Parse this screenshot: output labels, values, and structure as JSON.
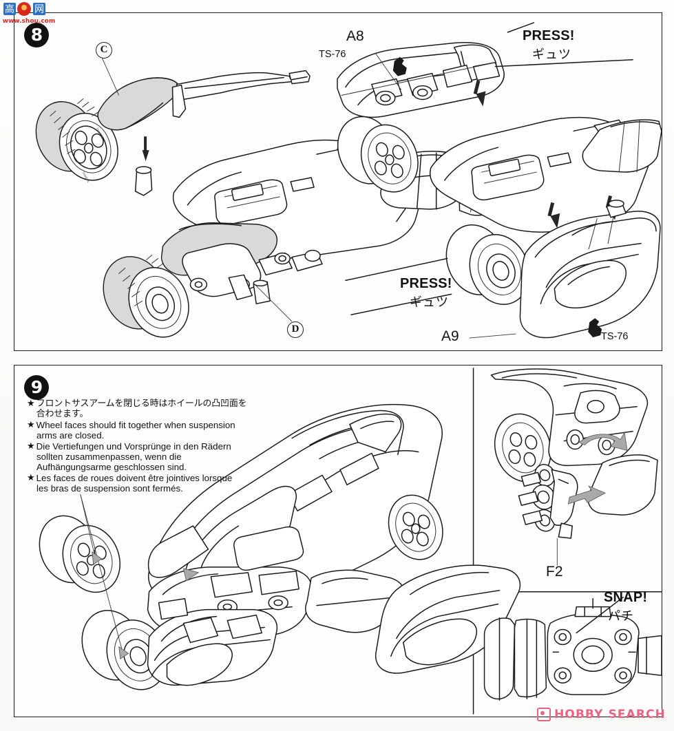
{
  "document": {
    "type": "model-kit-instruction-sheet",
    "brand_on_tire": "TAMIYA"
  },
  "panels": [
    {
      "id": "panel-8",
      "step_number": "8",
      "labels": [
        {
          "name": "part-c",
          "text": "C",
          "style": "circled"
        },
        {
          "name": "part-d",
          "text": "D",
          "style": "circled"
        },
        {
          "name": "part-a8",
          "text": "A8",
          "style": "part"
        },
        {
          "name": "part-a9",
          "text": "A9",
          "style": "part"
        },
        {
          "name": "paint-ts76-top",
          "text": "TS-76",
          "style": "small"
        },
        {
          "name": "paint-ts76-bottom",
          "text": "TS-76",
          "style": "small"
        }
      ],
      "callouts": [
        {
          "name": "press-callout-top",
          "action": "PRESS!",
          "kana": "ギュツ"
        },
        {
          "name": "press-callout-bottom",
          "action": "PRESS!",
          "kana": "ギュツ"
        }
      ]
    },
    {
      "id": "panel-9",
      "step_number": "9",
      "notes": [
        {
          "lang": "ja",
          "text": "フロントサスアームを閉じる時はホイールの凸凹面を合わせます。",
          "continuation": []
        },
        {
          "lang": "en",
          "text": "Wheel faces should fit together when suspension",
          "continuation": [
            "arms are closed."
          ]
        },
        {
          "lang": "de",
          "text": "Die Vertiefungen und Vorsprünge in den Rädern",
          "continuation": [
            "sollten zusammenpassen, wenn die",
            "Aufhängungsarme geschlossen sind."
          ]
        },
        {
          "lang": "fr",
          "text": "Les faces de roues doivent être jointives lorsque",
          "continuation": [
            "les bras de suspension sont fermés."
          ]
        }
      ],
      "labels": [
        {
          "name": "part-f2",
          "text": "F2",
          "style": "part"
        }
      ],
      "callouts": [
        {
          "name": "snap-callout",
          "action": "SNAP!",
          "kana": "パチ"
        }
      ]
    }
  ],
  "watermarks": {
    "top_left": {
      "name": "gaoshou-logo",
      "chars": [
        "高",
        "手",
        "网"
      ],
      "domain": "www.shou.com"
    },
    "bottom_right": {
      "name": "hobby-search-logo",
      "text": "HOBBY SEARCH",
      "color": "#e8647f"
    }
  }
}
